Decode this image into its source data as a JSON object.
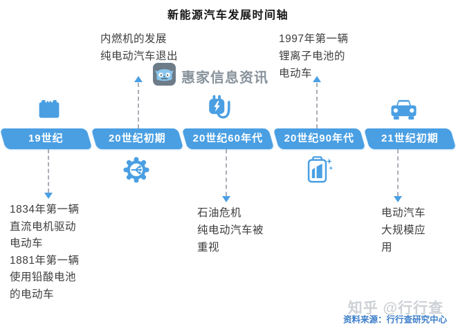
{
  "title": "新能源汽车发展时间轴",
  "timeline": {
    "segments": [
      {
        "label": "19世纪",
        "icon": "car-battery-icon",
        "note": "1834年第一辆\n直流电机驱动\n电动车\n1881年第一辆\n使用铅酸电池\n的电动车",
        "note_position": "below"
      },
      {
        "label": "20世纪初期",
        "icon": "engine-gear-icon",
        "note": "内燃机的发展\n纯电动汽车退出",
        "note_position": "above"
      },
      {
        "label": "20世纪60年代",
        "icon": "charging-plug-icon",
        "note": "石油危机\n纯电动汽车被\n重视",
        "note_position": "below"
      },
      {
        "label": "20世纪90年代",
        "icon": "charging-battery-icon",
        "note": "1997年第一辆\n锂离子电池的\n电动车",
        "note_position": "above"
      },
      {
        "label": "21世纪初期",
        "icon": "car-icon",
        "note": "电动汽车\n大规模应\n用",
        "note_position": "below"
      }
    ]
  },
  "watermarks": {
    "center_label": "惠家信息资讯",
    "center_icon": "robot-icon",
    "zhihu_label": "知乎 @行行查",
    "source_label": "资料来源：行行查研究中心"
  },
  "colors": {
    "accent_blue": "#4A9FE3",
    "text_dark": "#3D3D3D",
    "source_blue": "#3C7EC9",
    "watermark_gray": "#7B8791",
    "zhihu_gray": "#CDD1D5",
    "dash_gray": "#A9AEB6"
  }
}
